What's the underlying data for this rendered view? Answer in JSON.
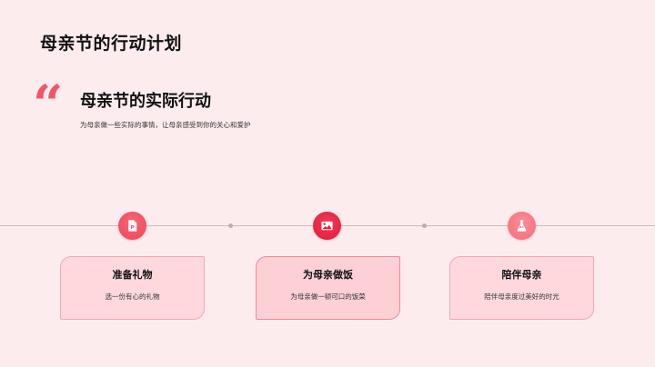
{
  "slide": {
    "title": "母亲节的行动计划",
    "quote": {
      "mark": "“",
      "heading": "母亲节的实际行动",
      "description": "为母亲做一些实际的事情，让母亲感受到你的关心和爱护"
    },
    "timeline": {
      "line_color": "#cdbcbe",
      "steps": [
        {
          "icon": "document-icon",
          "color": "#f04d61",
          "title": "准备礼物",
          "description": "选一份有心的礼物"
        },
        {
          "icon": "image-icon",
          "color": "#e8203f",
          "title": "为母亲做饭",
          "description": "为母亲做一顿可口的饭菜"
        },
        {
          "icon": "flask-icon",
          "color": "#f87a86",
          "title": "陪伴母亲",
          "description": "陪伴母亲度过美好的时光"
        }
      ]
    }
  },
  "colors": {
    "background": "#fdecee",
    "accent": "#f0566a",
    "card_bg": "#fed8dc",
    "card_border": "#f3a7b1"
  }
}
